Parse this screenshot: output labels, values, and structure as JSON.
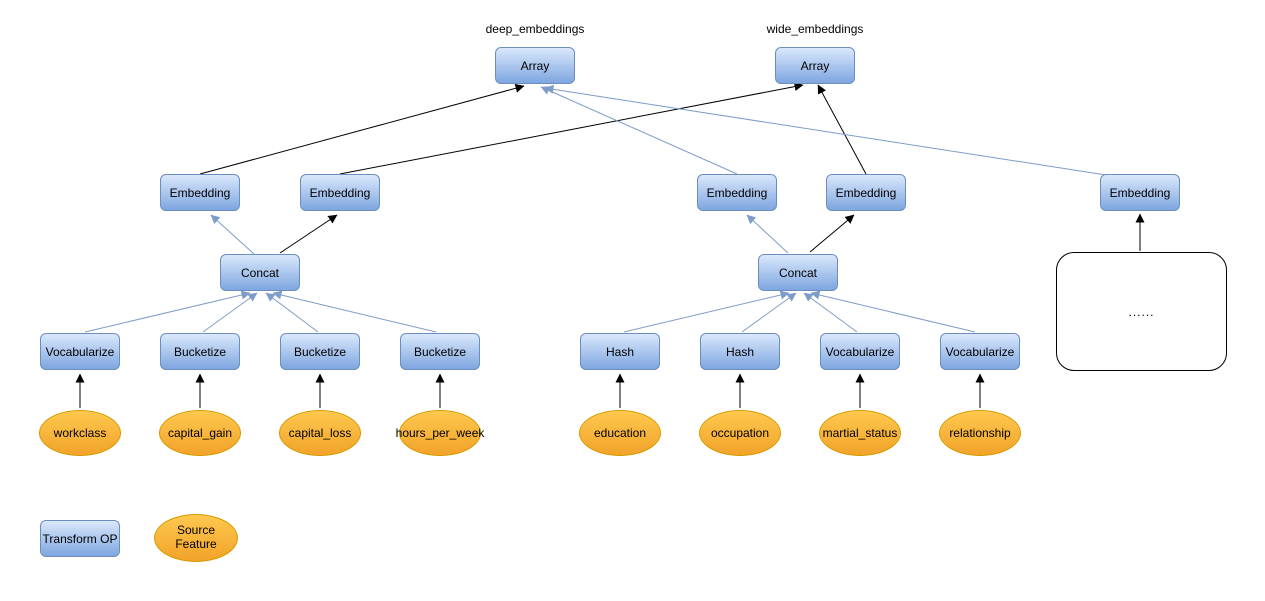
{
  "diagram": {
    "outputs": {
      "deep": {
        "caption": "deep_embeddings",
        "array_label": "Array"
      },
      "wide": {
        "caption": "wide_embeddings",
        "array_label": "Array"
      }
    },
    "embedding_nodes": [
      "Embedding",
      "Embedding",
      "Embedding",
      "Embedding",
      "Embedding"
    ],
    "concat_nodes": [
      "Concat",
      "Concat"
    ],
    "transform_nodes": [
      "Vocabularize",
      "Bucketize",
      "Bucketize",
      "Bucketize",
      "Hash",
      "Hash",
      "Vocabularize",
      "Vocabularize"
    ],
    "feature_nodes": [
      "workclass",
      "capital_gain",
      "capital_loss",
      "hours_per_week",
      "education",
      "occupation",
      "martial_status",
      "relationship"
    ],
    "ellipsis_placeholder": "......",
    "legend": {
      "transform_op": "Transform OP",
      "source_feature": "Source Feature"
    },
    "colors": {
      "transform_fill_top": "#dae8fc",
      "transform_fill_bottom": "#7ea6e0",
      "transform_border": "#6c8ebf",
      "feature_fill_top": "#fec84e",
      "feature_fill_bottom": "#f2a32a",
      "feature_border": "#d79b00",
      "edge_black": "#000000",
      "edge_blue": "#7e9cc9"
    }
  }
}
